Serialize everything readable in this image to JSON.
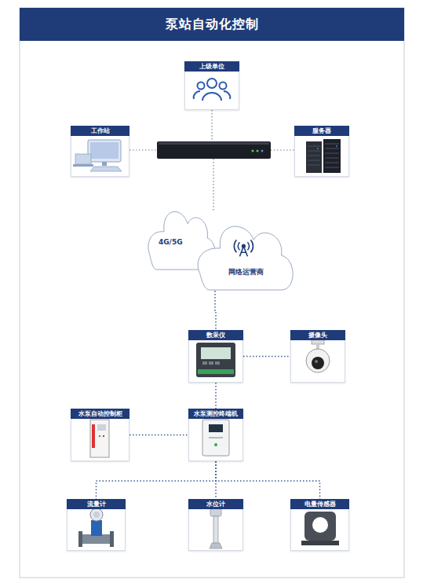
{
  "diagram": {
    "title": "泵站自动化控制",
    "nodes": [
      {
        "text": [
          "上级单位"
        ]
      },
      {
        "text": [
          "工作站"
        ]
      },
      {
        "text": [
          "服务器"
        ]
      },
      {
        "text": [
          "4G/5G"
        ]
      },
      {
        "text": [
          "网络运营商"
        ]
      },
      {
        "text": [
          "数采仪"
        ]
      },
      {
        "text": [
          "摄像头"
        ]
      },
      {
        "text": [
          "水泵自动控制柜"
        ]
      },
      {
        "text": [
          "水泵测控终端机"
        ]
      },
      {
        "text": [
          "流量计"
        ]
      },
      {
        "text": [
          "水位计"
        ]
      },
      {
        "text": [
          "电量传感器"
        ]
      }
    ],
    "edges": [
      {
        "from": 4,
        "to": 5,
        "arrow": "none"
      },
      {
        "from": 5,
        "to": 6,
        "arrow": "none"
      },
      {
        "from": 5,
        "to": 8,
        "arrow": "none"
      },
      {
        "from": 7,
        "to": 8,
        "arrow": "none"
      },
      {
        "from": 8,
        "to": 9,
        "arrow": "none"
      },
      {
        "from": 8,
        "to": 10,
        "arrow": "none"
      },
      {
        "from": 8,
        "to": 11,
        "arrow": "none"
      }
    ]
  }
}
